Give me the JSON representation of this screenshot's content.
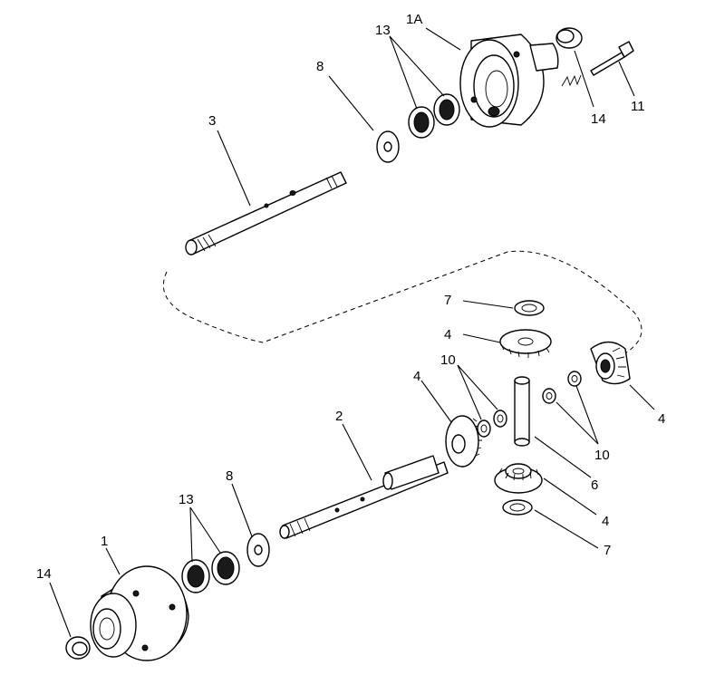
{
  "diagram": {
    "callouts": [
      {
        "id": "c-1A",
        "text": "1A"
      },
      {
        "id": "c-13-top",
        "text": "13"
      },
      {
        "id": "c-8-top",
        "text": "8"
      },
      {
        "id": "c-3",
        "text": "3"
      },
      {
        "id": "c-14-top",
        "text": "14"
      },
      {
        "id": "c-11",
        "text": "11"
      },
      {
        "id": "c-7-top",
        "text": "7"
      },
      {
        "id": "c-4-upper",
        "text": "4"
      },
      {
        "id": "c-10-left",
        "text": "10"
      },
      {
        "id": "c-4-left",
        "text": "4"
      },
      {
        "id": "c-4-right",
        "text": "4"
      },
      {
        "id": "c-10-right",
        "text": "10"
      },
      {
        "id": "c-6",
        "text": "6"
      },
      {
        "id": "c-4-lower",
        "text": "4"
      },
      {
        "id": "c-7-bottom",
        "text": "7"
      },
      {
        "id": "c-2",
        "text": "2"
      },
      {
        "id": "c-13-bottom",
        "text": "13"
      },
      {
        "id": "c-8-bottom",
        "text": "8"
      },
      {
        "id": "c-1",
        "text": "1"
      },
      {
        "id": "c-14-bottom",
        "text": "14"
      }
    ]
  }
}
